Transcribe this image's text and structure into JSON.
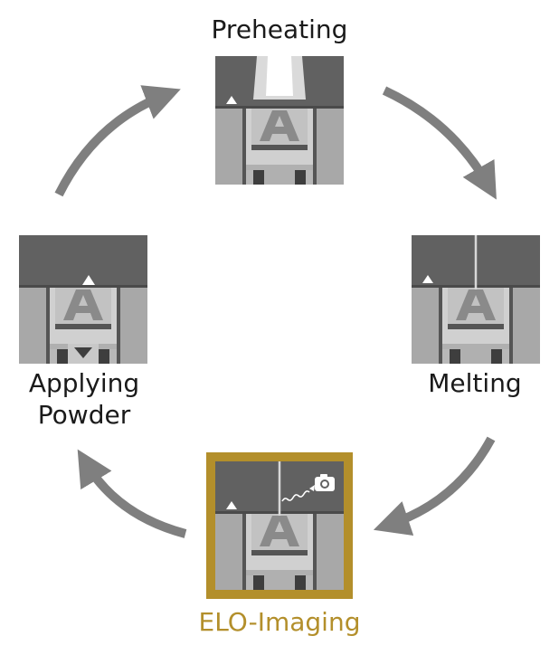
{
  "stages": {
    "preheating": {
      "label": "Preheating"
    },
    "melting": {
      "label": "Melting"
    },
    "elo_imaging": {
      "label": "ELO-Imaging"
    },
    "applying_powder": {
      "label_line1": "Applying",
      "label_line2": "Powder"
    }
  },
  "part_letter": "A",
  "icons": [
    "camera-icon",
    "electron-signal-icon",
    "powder-pile-icon",
    "platform-lower-icon",
    "electron-beam-icon"
  ],
  "colors": {
    "arrow": "#7f7f7f",
    "chamber_top": "#616161",
    "wall": "#a8a8a8",
    "build_area": "#c8c8c8",
    "part": "#8a8a8a",
    "platform": "#555555",
    "dark_bar": "#3e3e3e",
    "highlight_frame": "#b38f2b",
    "highlight_text": "#b38f2b"
  }
}
